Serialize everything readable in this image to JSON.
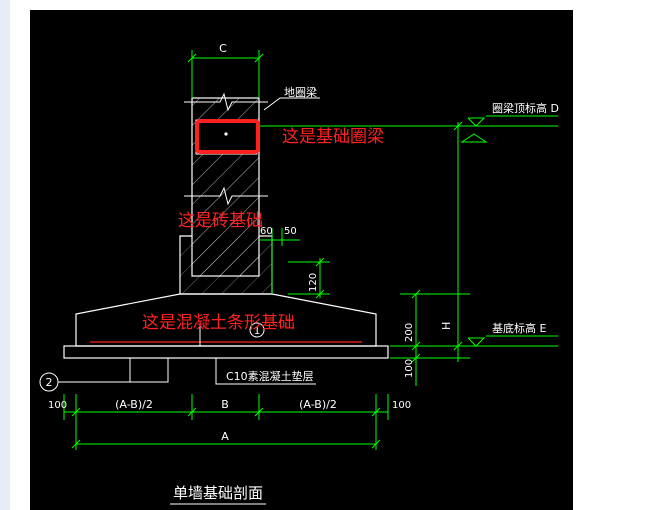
{
  "drawing": {
    "title": "单墙基础剖面",
    "dim_top": "C",
    "label_ground_beam": "地圈梁",
    "label_beam_top_elev": "圈梁顶标高 D",
    "label_base_elev": "基底标高 E",
    "label_h": "H",
    "dim_60": "60",
    "dim_50": "50",
    "dim_120": "120",
    "dim_200": "200",
    "dim_100_right": "100",
    "label_cushion": "C10素混凝土垫层",
    "callout_1": "1",
    "callout_2": "2",
    "dim_left_100": "100",
    "dim_a_minus_b_left": "(A-B)/2",
    "dim_b": "B",
    "dim_a_minus_b_right": "(A-B)/2",
    "dim_right_100": "100",
    "dim_a": "A"
  },
  "annotations": {
    "ring_beam": "这是基础圈梁",
    "brick_foundation": "这是砖基础",
    "strip_foundation": "这是混凝土条形基础"
  },
  "colors": {
    "background": "#000000",
    "outline": "#ffffff",
    "dimension": "#00ff00",
    "annotation": "#ff2020",
    "rebar": "#ff2020"
  }
}
